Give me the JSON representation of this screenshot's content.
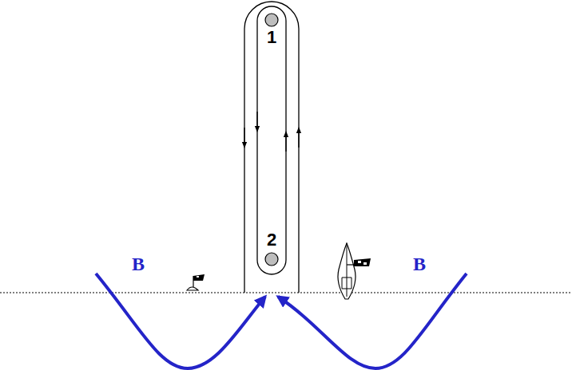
{
  "diagram": {
    "nodes": [
      {
        "text": [
          "1"
        ]
      },
      {
        "text": [
          "2"
        ]
      }
    ],
    "labels": [
      "B",
      "B"
    ]
  }
}
